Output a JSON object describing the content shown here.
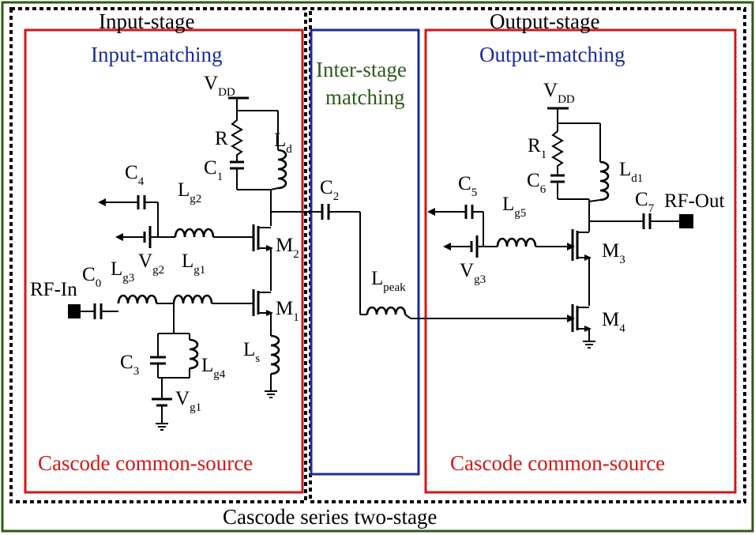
{
  "frame": {
    "caption": "Cascode series two-stage",
    "input_stage": "Input-stage",
    "output_stage": "Output-stage",
    "input_matching": "Input-matching",
    "output_matching": "Output-matching",
    "interstage_1": "Inter-stage",
    "interstage_2": "matching",
    "cs_left": "Cascode common-source",
    "cs_right": "Cascode common-source"
  },
  "colors": {
    "outer_border": "#2e5a1a",
    "stage_border": "#000000",
    "block_red": "#d01818",
    "block_blue": "#1c2c9a",
    "interstage_text": "#2e5a1a"
  },
  "labels": {
    "vdd_in": {
      "main": "V",
      "sub": "DD"
    },
    "r_in": {
      "main": "R",
      "sub": ""
    },
    "ld": {
      "main": "L",
      "sub": "d"
    },
    "c1": {
      "main": "C",
      "sub": "1"
    },
    "c4": {
      "main": "C",
      "sub": "4"
    },
    "lg2": {
      "main": "L",
      "sub": "g2"
    },
    "vg2": {
      "main": "V",
      "sub": "g2"
    },
    "lg1": {
      "main": "L",
      "sub": "g1"
    },
    "lg3": {
      "main": "L",
      "sub": "g3"
    },
    "c0": {
      "main": "C",
      "sub": "0"
    },
    "rf_in": {
      "main": "RF-In",
      "sub": ""
    },
    "m2": {
      "main": "M",
      "sub": "2"
    },
    "m1": {
      "main": "M",
      "sub": "1"
    },
    "c3": {
      "main": "C",
      "sub": "3"
    },
    "lg4": {
      "main": "L",
      "sub": "g4"
    },
    "ls": {
      "main": "L",
      "sub": "s"
    },
    "vg1": {
      "main": "V",
      "sub": "g1"
    },
    "c2": {
      "main": "C",
      "sub": "2"
    },
    "lpeak": {
      "main": "L",
      "sub": "peak"
    },
    "vdd_out": {
      "main": "V",
      "sub": "DD"
    },
    "r1": {
      "main": "R",
      "sub": "1"
    },
    "c6": {
      "main": "C",
      "sub": "6"
    },
    "ld1": {
      "main": "L",
      "sub": "d1"
    },
    "c5": {
      "main": "C",
      "sub": "5"
    },
    "lg5": {
      "main": "L",
      "sub": "g5"
    },
    "c7": {
      "main": "C",
      "sub": "7"
    },
    "rf_out": {
      "main": "RF-Out",
      "sub": ""
    },
    "vg3": {
      "main": "V",
      "sub": "g3"
    },
    "m3": {
      "main": "M",
      "sub": "3"
    },
    "m4": {
      "main": "M",
      "sub": "4"
    }
  }
}
